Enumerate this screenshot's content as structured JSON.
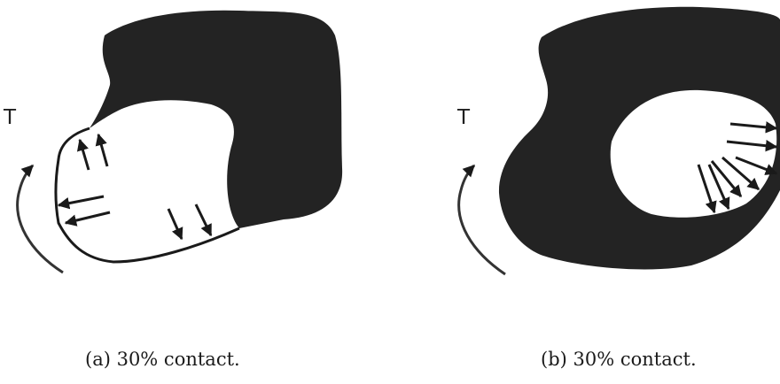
{
  "panels": [
    {
      "torque_label": "T",
      "caption": "(a) 30% contact."
    },
    {
      "torque_label": "T",
      "caption": "(b) 30% contact."
    }
  ],
  "colors": {
    "body_fill": "#232323",
    "outline": "#1a1a1a",
    "background": "#ffffff"
  }
}
